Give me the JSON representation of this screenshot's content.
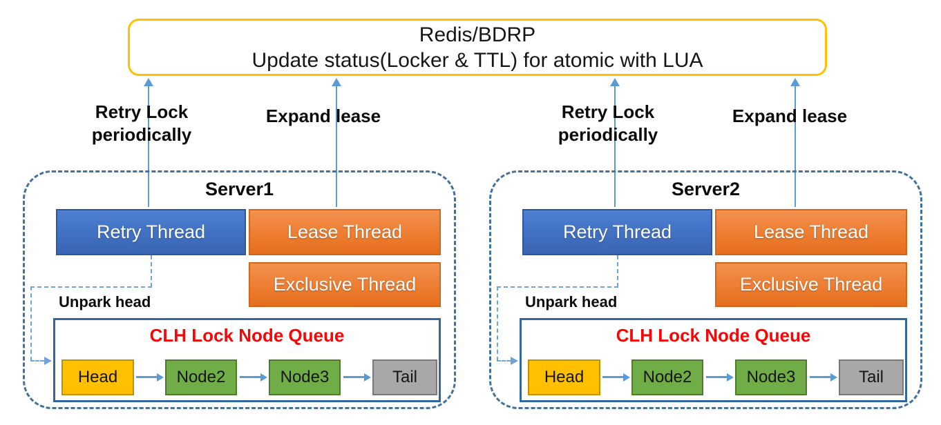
{
  "title_box": {
    "line1": "Redis/BDRP",
    "line2": "Update status(Locker & TTL) for atomic with LUA"
  },
  "servers": [
    {
      "title": "Server1",
      "retry_label_line1": "Retry Lock",
      "retry_label_line2": "periodically",
      "expand_label": "Expand lease",
      "threads": {
        "retry": "Retry Thread",
        "lease": "Lease Thread",
        "exclusive": "Exclusive Thread"
      },
      "unpark_label": "Unpark head",
      "queue": {
        "title": "CLH Lock Node Queue",
        "nodes": [
          {
            "label": "Head",
            "color": "#FFC000"
          },
          {
            "label": "Node2",
            "color": "#70AD47"
          },
          {
            "label": "Node3",
            "color": "#70AD47"
          },
          {
            "label": "Tail",
            "color": "#A8A8A8"
          }
        ]
      }
    },
    {
      "title": "Server2",
      "retry_label_line1": "Retry Lock",
      "retry_label_line2": "periodically",
      "expand_label": "Expand lease",
      "threads": {
        "retry": "Retry Thread",
        "lease": "Lease Thread",
        "exclusive": "Exclusive Thread"
      },
      "unpark_label": "Unpark head",
      "queue": {
        "title": "CLH Lock Node Queue",
        "nodes": [
          {
            "label": "Head",
            "color": "#FFC000"
          },
          {
            "label": "Node2",
            "color": "#70AD47"
          },
          {
            "label": "Node3",
            "color": "#70AD47"
          },
          {
            "label": "Tail",
            "color": "#A8A8A8"
          }
        ]
      }
    }
  ],
  "colors": {
    "redis_border": "#FFC000",
    "thread_blue": "#4472C4",
    "thread_orange": "#ED7D31",
    "arrow_blue": "#5B9BD5",
    "server_dash_border": "#41719C",
    "queue_border": "#31679B",
    "queue_title_red": "#FA0505",
    "head_yellow": "#FFC000",
    "node_green": "#70AD47",
    "tail_gray": "#A8A8A8"
  }
}
